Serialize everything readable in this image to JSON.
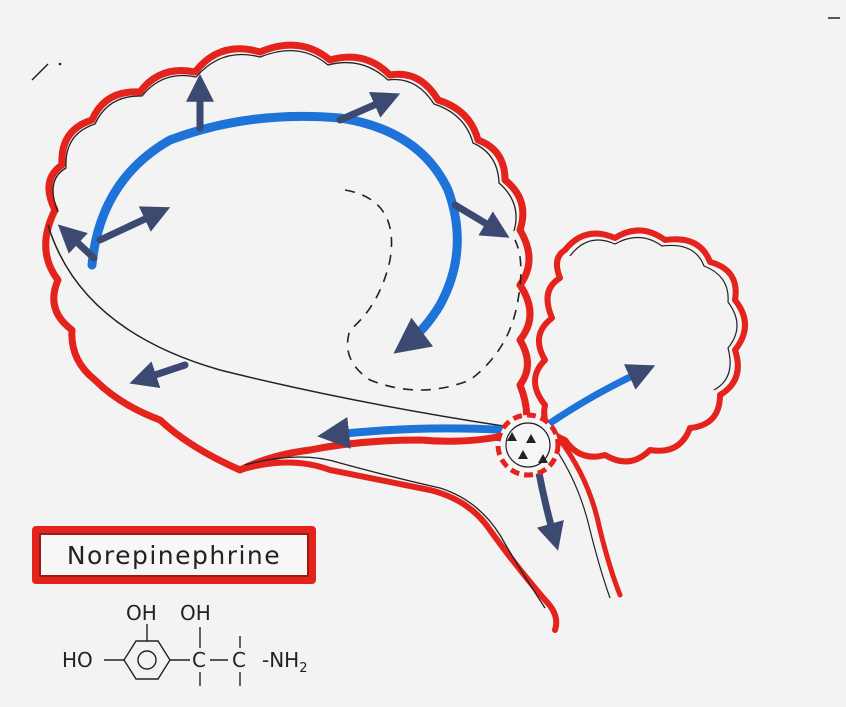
{
  "label": {
    "title": "Norepinephrine"
  },
  "formula": {
    "oh_ring": "OH",
    "oh_chain": "OH",
    "ho": "HO",
    "c1": "C",
    "c2": "C",
    "nh": "NH",
    "nh_sub": "2"
  },
  "colors": {
    "outline": "#e4231c",
    "pathway": "#1e73d8",
    "arrowhead": "#3c4a72",
    "ink": "#222222",
    "background": "#f3f3f3"
  }
}
